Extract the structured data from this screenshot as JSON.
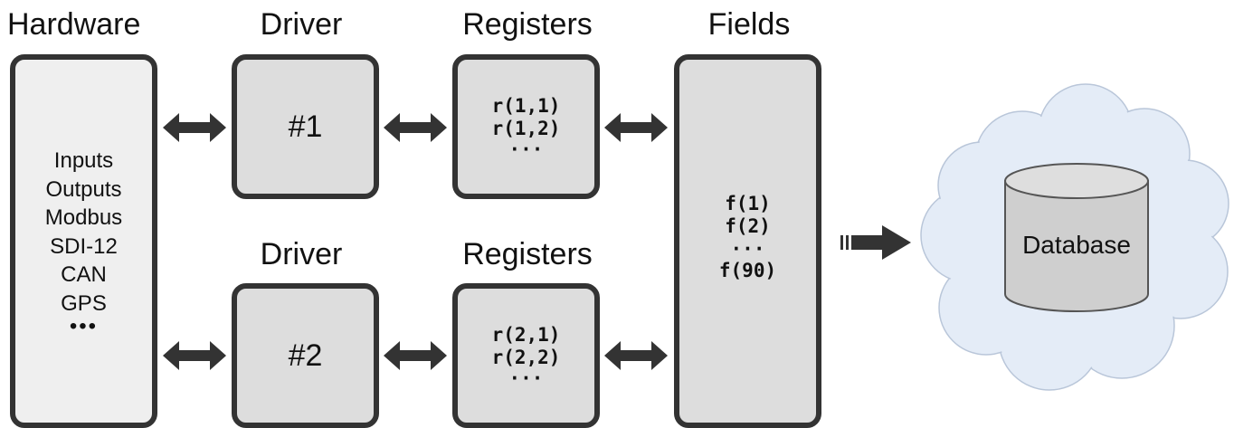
{
  "headings": {
    "hardware": "Hardware",
    "driver_top": "Driver",
    "registers_top": "Registers",
    "fields": "Fields",
    "driver_bottom": "Driver",
    "registers_bottom": "Registers"
  },
  "hardware": {
    "items": [
      "Inputs",
      "Outputs",
      "Modbus",
      "SDI-12",
      "CAN",
      "GPS",
      "•••"
    ]
  },
  "drivers": [
    {
      "label": "#1"
    },
    {
      "label": "#2"
    }
  ],
  "registers": [
    {
      "items": [
        "r(1,1)",
        "r(1,2)",
        "···"
      ]
    },
    {
      "items": [
        "r(2,1)",
        "r(2,2)",
        "···"
      ]
    }
  ],
  "fields": {
    "items": [
      "f(1)",
      "f(2)",
      "···",
      "f(90)"
    ]
  },
  "database": {
    "label": "Database"
  },
  "colors": {
    "border": "#333333",
    "box_fill": "#dddddd",
    "hardware_fill": "#efefef",
    "cloud_fill": "#e4ecf7",
    "cloud_stroke": "#b9c6d9",
    "cylinder_fill": "#cfcfcf"
  },
  "icons": [
    "double-arrow-icon",
    "push-arrow-icon",
    "cloud-icon",
    "database-cylinder-icon"
  ]
}
